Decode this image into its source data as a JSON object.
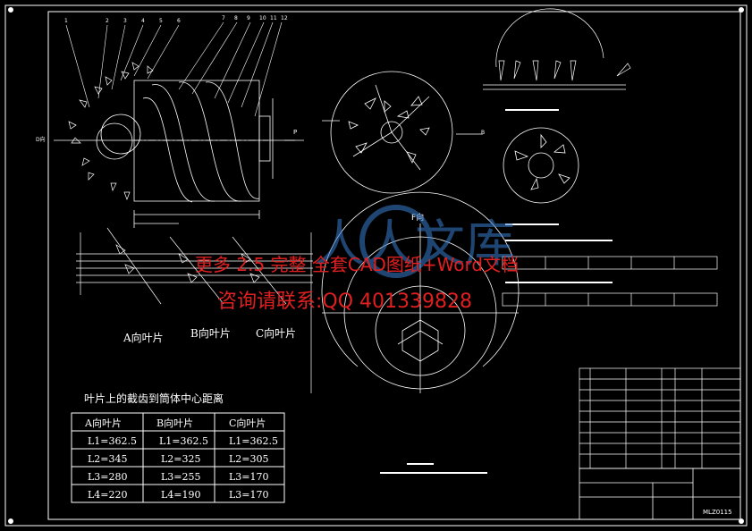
{
  "drawing": {
    "code": "MLZ0115",
    "view_labels": {
      "a": "A向叶片",
      "b": "B向叶片",
      "c": "C向叶片",
      "f": "F向",
      "p": "P",
      "d": "D向",
      "bview": "B"
    },
    "table_title": "叶片上的截齿到筒体中心距离",
    "table": {
      "headers": [
        "A向叶片",
        "B向叶片",
        "C向叶片"
      ],
      "rows": [
        [
          "L1=362.5",
          "L1=362.5",
          "L1=362.5"
        ],
        [
          "L2=345",
          "L2=325",
          "L2=305"
        ],
        [
          "L3=280",
          "L3=255",
          "L3=170"
        ],
        [
          "L4=220",
          "L4=190",
          "L3=170"
        ]
      ]
    },
    "callouts": [
      "1",
      "2",
      "3",
      "4",
      "5",
      "6",
      "7",
      "8",
      "9",
      "10",
      "11",
      "12"
    ]
  },
  "watermark": {
    "line1": "更多 2.5 完整 全套CAD图纸+Word文档",
    "line2": "咨询请联系:QQ 401339828",
    "logo_text": "人人文库"
  },
  "colors": {
    "background": "#000000",
    "line": "#ffffff",
    "watermark": "#e02020",
    "logo": "#3a7fd0"
  }
}
